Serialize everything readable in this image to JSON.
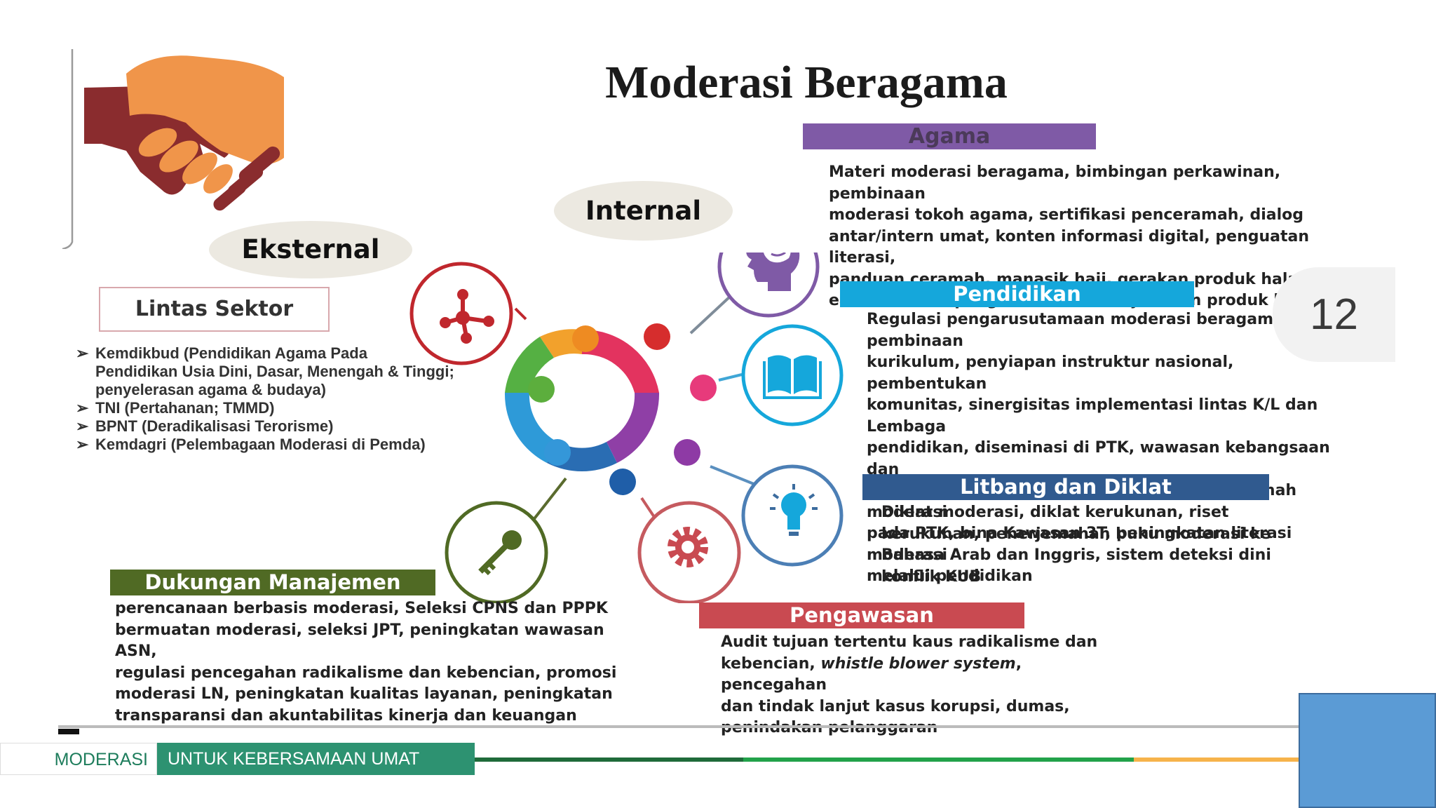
{
  "title": "Moderasi Beragama",
  "labels": {
    "eksternal": "Eksternal",
    "internal": "Internal",
    "lintas_sektor": "Lintas Sektor"
  },
  "lintas_items": [
    "Kemdikbud (Pendidikan Agama Pada",
    "Pendidikan Usia Dini, Dasar, Menengah & Tinggi;",
    "penyelerasan agama & budaya)",
    "TNI (Pertahanan; TMMD)",
    "BPNT (Deradikalisasi Terorisme)",
    "Kemdagri (Pelembagaan Moderasi di Pemda)"
  ],
  "sections": {
    "agama": {
      "title": "Agama",
      "lines": [
        "Materi moderasi beragama, bimbingan perkawinan, pembinaan",
        "moderasi tokoh agama, sertifikasi penceramah, dialog",
        "antar/intern umat, konten informasi digital, penguatan literasi,",
        "panduan ceramah, manasik haji, gerakan produk halal,",
        "eavaluasi dan pengawasan sistem jaminan produk halal"
      ]
    },
    "pendidikan": {
      "title": "Pendidikan",
      "lines": [
        "Regulasi pengarusutamaan moderasi beragama, pembinaan",
        "kurikulum, penyiapan instruktur nasional, pembentukan",
        "komunitas, sinergisitas implementasi lintas K/L dan Lembaga",
        "pendidikan, diseminasi di PTK, wawasan kebangsaan dan",
        "moderasi bagi pendidik dan peserta didik, rumah moderasi",
        "pada PTK, bina Kawasan 3T, peningkatan literasi moderasi",
        "melalui pendidikan"
      ]
    },
    "litbang": {
      "title": "Litbang dan Diklat",
      "lines": [
        "Diklat moderasi, diklat kerukunan, riset",
        "kerukunan, penerjemahan buku moderasi ke",
        "Bahasa Arab dan Inggris, sistem deteksi dini",
        "konflik KUB"
      ]
    },
    "dukungan": {
      "title": "Dukungan Manajemen",
      "lines": [
        "perencanaan berbasis moderasi, Seleksi CPNS dan PPPK",
        "bermuatan moderasi, seleksi JPT, peningkatan wawasan ASN,",
        "regulasi pencegahan radikalisme dan kebencian, promosi",
        "moderasi LN, peningkatan kualitas layanan, peningkatan",
        "transparansi dan akuntabilitas kinerja dan keuangan"
      ]
    },
    "pengawasan": {
      "title": "Pengawasan",
      "line1": "Audit tujuan tertentu kaus radikalisme dan",
      "line2_pre": "kebencian, ",
      "line2_em": "whistle blower system",
      "line2_post": ", pencegahan",
      "line3": "dan tindak lanjut kasus korupsi, dumas,",
      "line4": "penindakan pelanggaran"
    }
  },
  "page_number": "12",
  "footer": {
    "left": "MODERASI",
    "right": "UNTUK KEBERSAMAAN UMAT"
  },
  "colors": {
    "agama": "#7f5aa6",
    "pendidikan": "#15a7db",
    "litbang": "#305a8f",
    "dukungan": "#506a24",
    "pengawasan": "#c94a51",
    "footer_teal": "#2d9271",
    "blue_box": "#5b9bd5",
    "handshake_dark": "#8a2c2e",
    "handshake_orange": "#f0954a"
  }
}
